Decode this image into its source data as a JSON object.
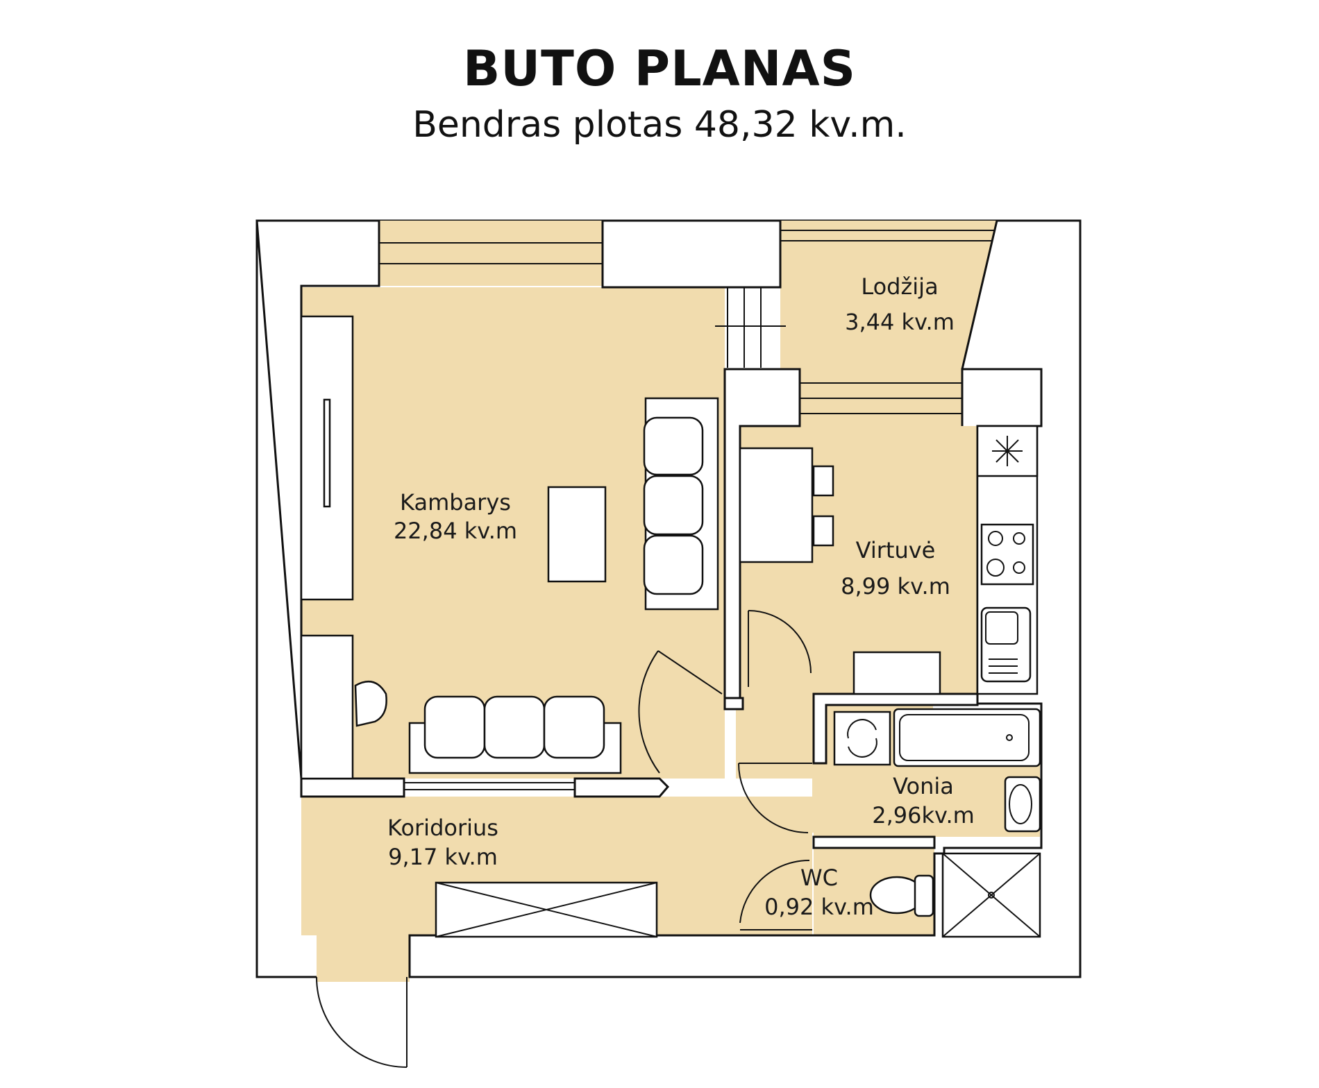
{
  "header": {
    "title": "BUTO PLANAS",
    "subtitle": "Bendras plotas 48,32 kv.m."
  },
  "rooms": {
    "lodzija": {
      "name": "Lodžija",
      "area": "3,44 kv.m"
    },
    "kambarys": {
      "name": "Kambarys",
      "area": "22,84 kv.m"
    },
    "virtuve": {
      "name": "Virtuvė",
      "area": "8,99 kv.m"
    },
    "vonia": {
      "name": "Vonia",
      "area": "2,96kv.m"
    },
    "koridorius": {
      "name": "Koridorius",
      "area": "9,17 kv.m"
    },
    "wc": {
      "name": "WC",
      "area": "0,92 kv.m"
    }
  },
  "colors": {
    "floor": "#f1dcae",
    "wall": "#ffffff",
    "line": "#111111"
  }
}
